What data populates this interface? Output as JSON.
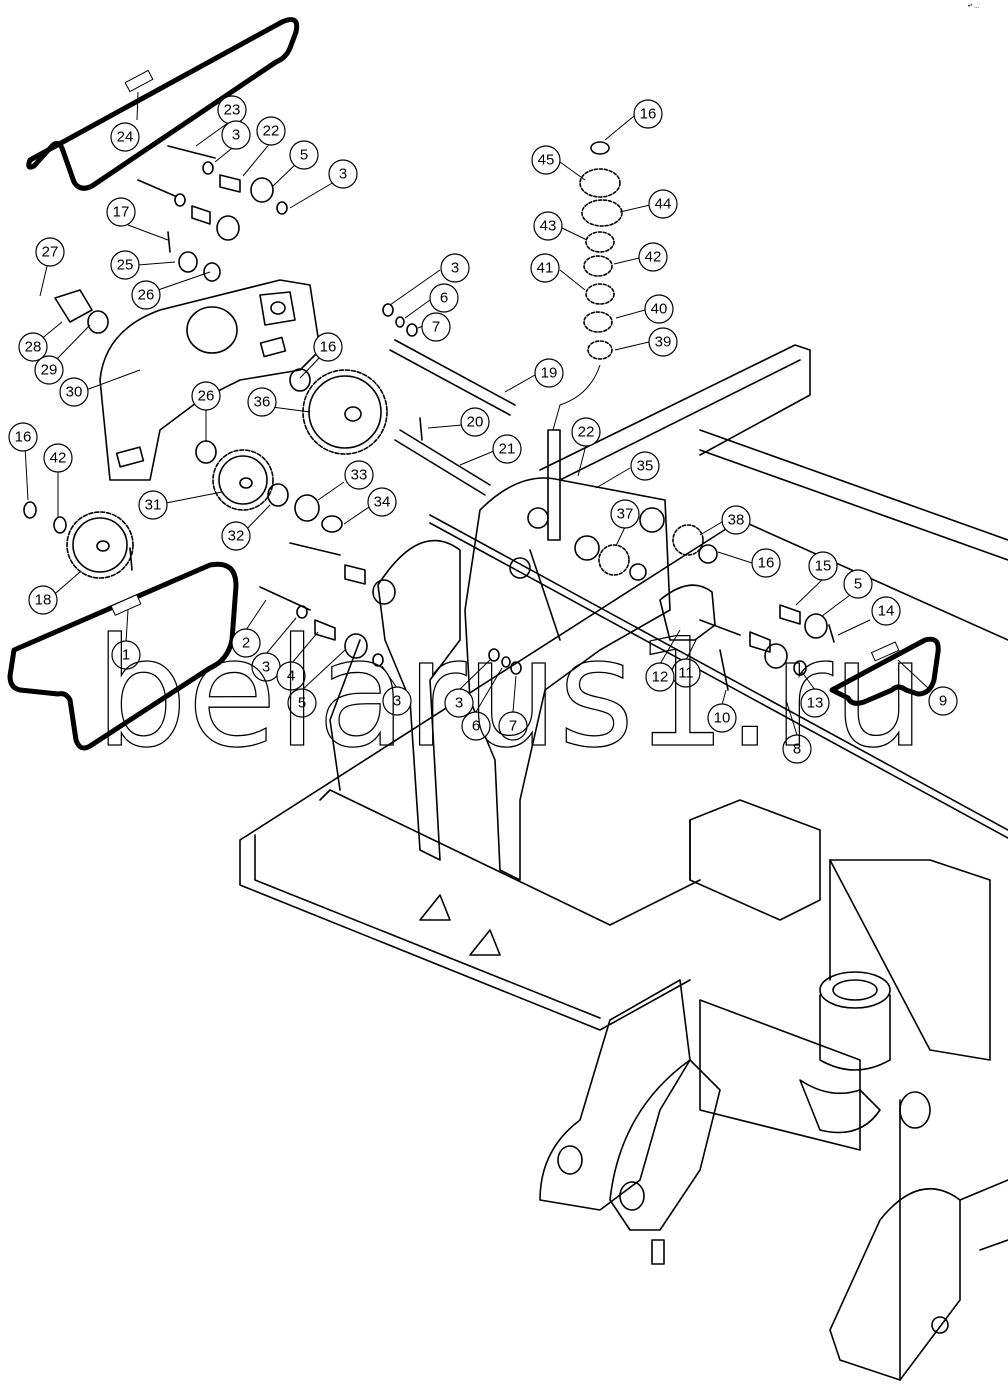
{
  "watermark": "belarus1.ru",
  "corner_mark": "•* ...",
  "callouts": [
    {
      "id": "c24",
      "label": "24"
    },
    {
      "id": "c23",
      "label": "23"
    },
    {
      "id": "c3a",
      "label": "3"
    },
    {
      "id": "c22a",
      "label": "22"
    },
    {
      "id": "c5a",
      "label": "5"
    },
    {
      "id": "c3b",
      "label": "3"
    },
    {
      "id": "c17",
      "label": "17"
    },
    {
      "id": "c27",
      "label": "27"
    },
    {
      "id": "c25",
      "label": "25"
    },
    {
      "id": "c26a",
      "label": "26"
    },
    {
      "id": "c28",
      "label": "28"
    },
    {
      "id": "c29",
      "label": "29"
    },
    {
      "id": "c30",
      "label": "30"
    },
    {
      "id": "c16a",
      "label": "16"
    },
    {
      "id": "c36",
      "label": "36"
    },
    {
      "id": "c26b",
      "label": "26"
    },
    {
      "id": "c16b",
      "label": "16"
    },
    {
      "id": "c42a",
      "label": "42"
    },
    {
      "id": "c31",
      "label": "31"
    },
    {
      "id": "c33",
      "label": "33"
    },
    {
      "id": "c34",
      "label": "34"
    },
    {
      "id": "c32",
      "label": "32"
    },
    {
      "id": "c18",
      "label": "18"
    },
    {
      "id": "c19",
      "label": "19"
    },
    {
      "id": "c20",
      "label": "20"
    },
    {
      "id": "c21",
      "label": "21"
    },
    {
      "id": "c3c",
      "label": "3"
    },
    {
      "id": "c6a",
      "label": "6"
    },
    {
      "id": "c7a",
      "label": "7"
    },
    {
      "id": "c16c",
      "label": "16"
    },
    {
      "id": "c45",
      "label": "45"
    },
    {
      "id": "c44",
      "label": "44"
    },
    {
      "id": "c43",
      "label": "43"
    },
    {
      "id": "c42b",
      "label": "42"
    },
    {
      "id": "c41",
      "label": "41"
    },
    {
      "id": "c40",
      "label": "40"
    },
    {
      "id": "c39",
      "label": "39"
    },
    {
      "id": "c22b",
      "label": "22"
    },
    {
      "id": "c35",
      "label": "35"
    },
    {
      "id": "c37",
      "label": "37"
    },
    {
      "id": "c38",
      "label": "38"
    },
    {
      "id": "c16d",
      "label": "16"
    },
    {
      "id": "c15",
      "label": "15"
    },
    {
      "id": "c5b",
      "label": "5"
    },
    {
      "id": "c14",
      "label": "14"
    },
    {
      "id": "c9",
      "label": "9"
    },
    {
      "id": "c13",
      "label": "13"
    },
    {
      "id": "c10",
      "label": "10"
    },
    {
      "id": "c11",
      "label": "11"
    },
    {
      "id": "c12",
      "label": "12"
    },
    {
      "id": "c8",
      "label": "8"
    },
    {
      "id": "c1",
      "label": "1"
    },
    {
      "id": "c2",
      "label": "2"
    },
    {
      "id": "c3d",
      "label": "3"
    },
    {
      "id": "c4",
      "label": "4"
    },
    {
      "id": "c5c",
      "label": "5"
    },
    {
      "id": "c3e",
      "label": "3"
    },
    {
      "id": "c3f",
      "label": "3"
    },
    {
      "id": "c6b",
      "label": "6"
    },
    {
      "id": "c7b",
      "label": "7"
    }
  ]
}
